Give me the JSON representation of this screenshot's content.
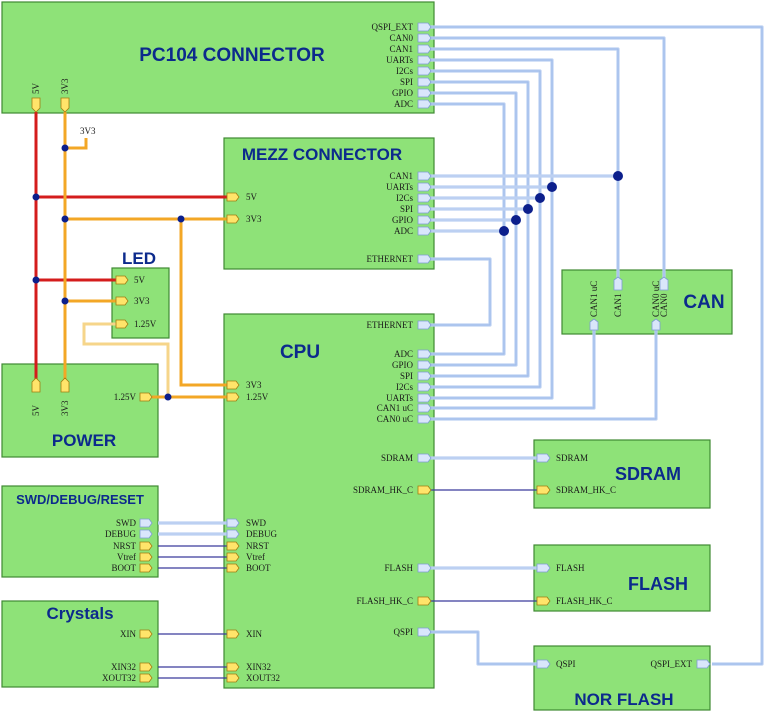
{
  "colors": {
    "block_fill": "#8ee278",
    "title_text": "#0c2a8c",
    "power_5v": "#d41c1c",
    "power_3v3": "#f3a726",
    "power_1v25": "#f6d58a",
    "bus": "#bcd0f2",
    "junction": "#0c1f8c"
  },
  "blocks": {
    "pc104": {
      "title": "PC104 CONNECTOR",
      "pins": [
        "QSPI_EXT",
        "CAN0",
        "CAN1",
        "UARTs",
        "I2Cs",
        "SPI",
        "GPIO",
        "ADC"
      ],
      "power_pins": [
        "5V",
        "3V3"
      ],
      "net_label": "3V3"
    },
    "mezz": {
      "title": "MEZZ CONNECTOR",
      "pins": [
        "CAN1",
        "UARTs",
        "I2Cs",
        "SPI",
        "GPIO",
        "ADC"
      ],
      "ethernet": "ETHERNET",
      "power_pins": [
        "5V",
        "3V3"
      ]
    },
    "led": {
      "title": "LED",
      "pins": [
        "5V",
        "3V3",
        "1.25V"
      ]
    },
    "power": {
      "title": "POWER",
      "pins": [
        "5V",
        "3V3",
        "1.25V"
      ]
    },
    "cpu": {
      "title": "CPU",
      "pins_right": [
        "ETHERNET",
        "ADC",
        "GPIO",
        "SPI",
        "I2Cs",
        "UARTs",
        "CAN1 uC",
        "CAN0 uC",
        "SDRAM",
        "SDRAM_HK_C",
        "FLASH",
        "FLASH_HK_C",
        "QSPI"
      ],
      "pins_left": [
        "3V3",
        "1.25V",
        "SWD",
        "DEBUG",
        "NRST",
        "Vtref",
        "BOOT",
        "XIN",
        "XIN32",
        "XOUT32"
      ]
    },
    "can": {
      "title": "CAN",
      "pins": [
        "CAN1 uC",
        "CAN1",
        "CAN0 uC",
        "CAN0"
      ]
    },
    "swd": {
      "title": "SWD/DEBUG/RESET",
      "pins": [
        "SWD",
        "DEBUG",
        "NRST",
        "Vtref",
        "BOOT"
      ]
    },
    "crystals": {
      "title": "Crystals",
      "pins": [
        "XIN",
        "XIN32",
        "XOUT32"
      ]
    },
    "sdram": {
      "title": "SDRAM",
      "pins": [
        "SDRAM",
        "SDRAM_HK_C"
      ]
    },
    "flash": {
      "title": "FLASH",
      "pins": [
        "FLASH",
        "FLASH_HK_C"
      ]
    },
    "norflash": {
      "title": "NOR FLASH",
      "pins": [
        "QSPI",
        "QSPI_EXT"
      ]
    }
  }
}
